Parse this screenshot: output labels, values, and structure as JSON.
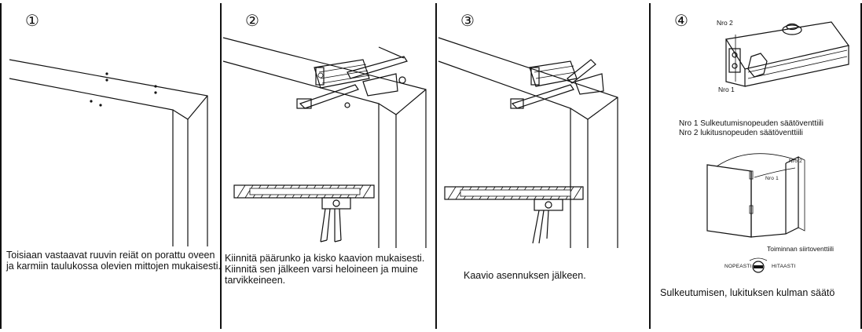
{
  "steps": [
    {
      "number": "①",
      "caption": "Toisiaan vastaavat ruuvin reiät on porattu oveen ja karmiin taulukossa olevien mittojen mukaisesti."
    },
    {
      "number": "②",
      "caption": "Kiinnitä päärunko ja kisko kaavion mukaisesti. Kiinnitä sen jälkeen varsi heloineen ja muine tarvikkeineen."
    },
    {
      "number": "③",
      "caption": "Kaavio asennuksen jälkeen."
    },
    {
      "number": "④",
      "caption": "Sulkeutumisen, lukituksen kulman säätö"
    }
  ],
  "valve_panel": {
    "label_nro2": "Nro 2",
    "label_nro1": "Nro 1",
    "desc_line1": "Nro 1 Sulkeutumisnopeuden säätöventtiili",
    "desc_line2": "Nro 2 lukitusnopeuden säätöventtiili",
    "angle_label_nro2": "Nro 2",
    "angle_label_nro1": "Nro 1",
    "switch_title": "Toiminnan siirtoventtiili",
    "fast_label": "NOPEASTI",
    "slow_label": "HITAASTI"
  }
}
